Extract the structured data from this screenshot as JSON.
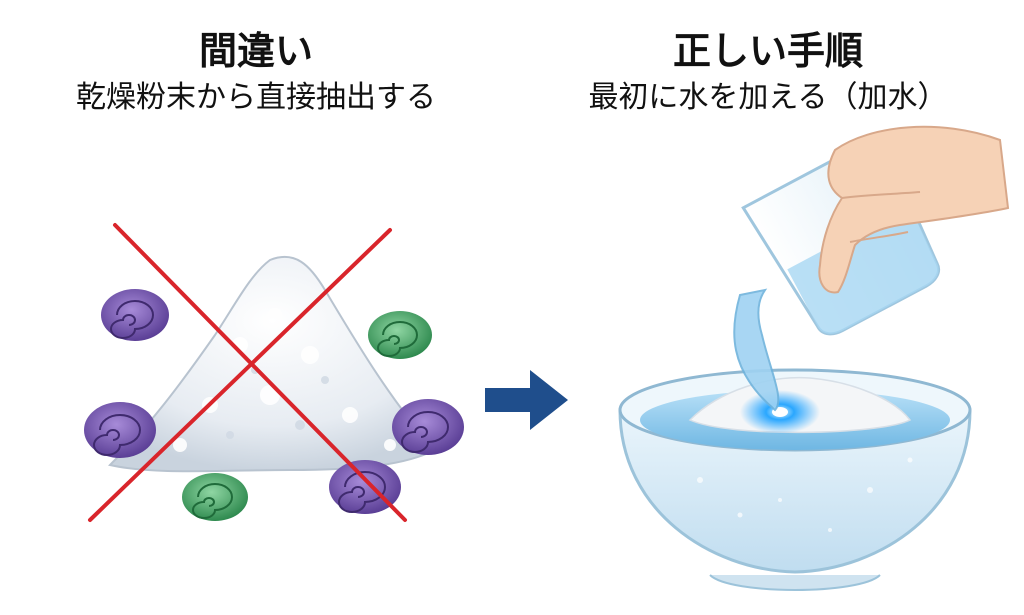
{
  "wrong": {
    "title": "間違い",
    "subtitle": "乾燥粉末から直接抽出する"
  },
  "right": {
    "title": "正しい手順",
    "subtitle": "最初に水を加える（加水）"
  },
  "colors": {
    "cross": "#d9252b",
    "arrow": "#1f4e8c",
    "purple_disc": "#7b5bb8",
    "green_disc": "#4aa56a",
    "water": "#7fc3ea",
    "glow": "#2aa7ff"
  },
  "icons": {
    "wrong_scene": "powder-pile-with-discs-crossed-out",
    "right_scene": "hand-pouring-water-into-bowl"
  }
}
